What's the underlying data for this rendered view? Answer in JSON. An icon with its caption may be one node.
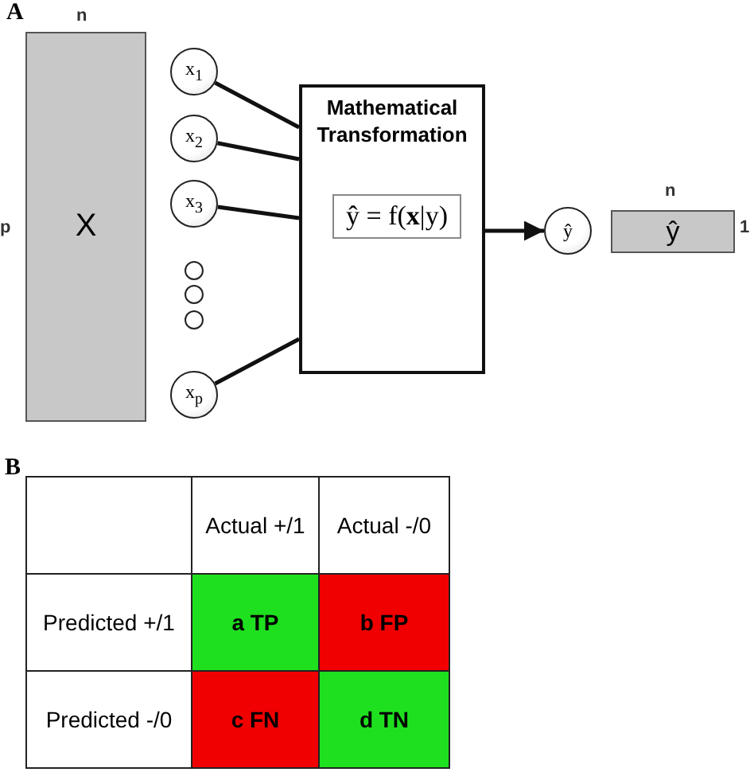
{
  "diagram": {
    "nodes": [
      {
        "text": [
          "X"
        ],
        "beside": [
          "n",
          "p"
        ]
      },
      {
        "text": [
          "x$_{1}$"
        ]
      },
      {
        "text": [
          "x$_{2}$"
        ]
      },
      {
        "text": [
          "x$_{3}$"
        ]
      },
      {
        "text": [],
        "shape": "circle"
      },
      {
        "text": [],
        "shape": "circle"
      },
      {
        "text": [],
        "shape": "circle"
      },
      {
        "text": [
          "x$_{p}$"
        ]
      },
      {
        "text": [
          "Mathematical Transformation"
        ]
      },
      {
        "text": [
          "ŷ = f(**x**|y)"
        ],
        "in": 8
      },
      {
        "text": [
          "ŷ"
        ]
      },
      {
        "text": [
          "ŷ"
        ],
        "beside": [
          "n",
          "1"
        ]
      }
    ],
    "edges": [
      {
        "from": 1,
        "to": 8,
        "arrow": "none"
      },
      {
        "from": 2,
        "to": 8,
        "arrow": "none"
      },
      {
        "from": 3,
        "to": 8,
        "arrow": "none"
      },
      {
        "from": 7,
        "to": 8,
        "arrow": "none"
      },
      {
        "from": 8,
        "to": 10,
        "arrow": "to"
      }
    ],
    "labels": [
      "A",
      "B",
      "Actual +/1",
      "Actual -/0",
      "Predicted +/1",
      "a TP",
      "b FP",
      "Predicted -/0",
      "c FN",
      "d TN"
    ]
  }
}
